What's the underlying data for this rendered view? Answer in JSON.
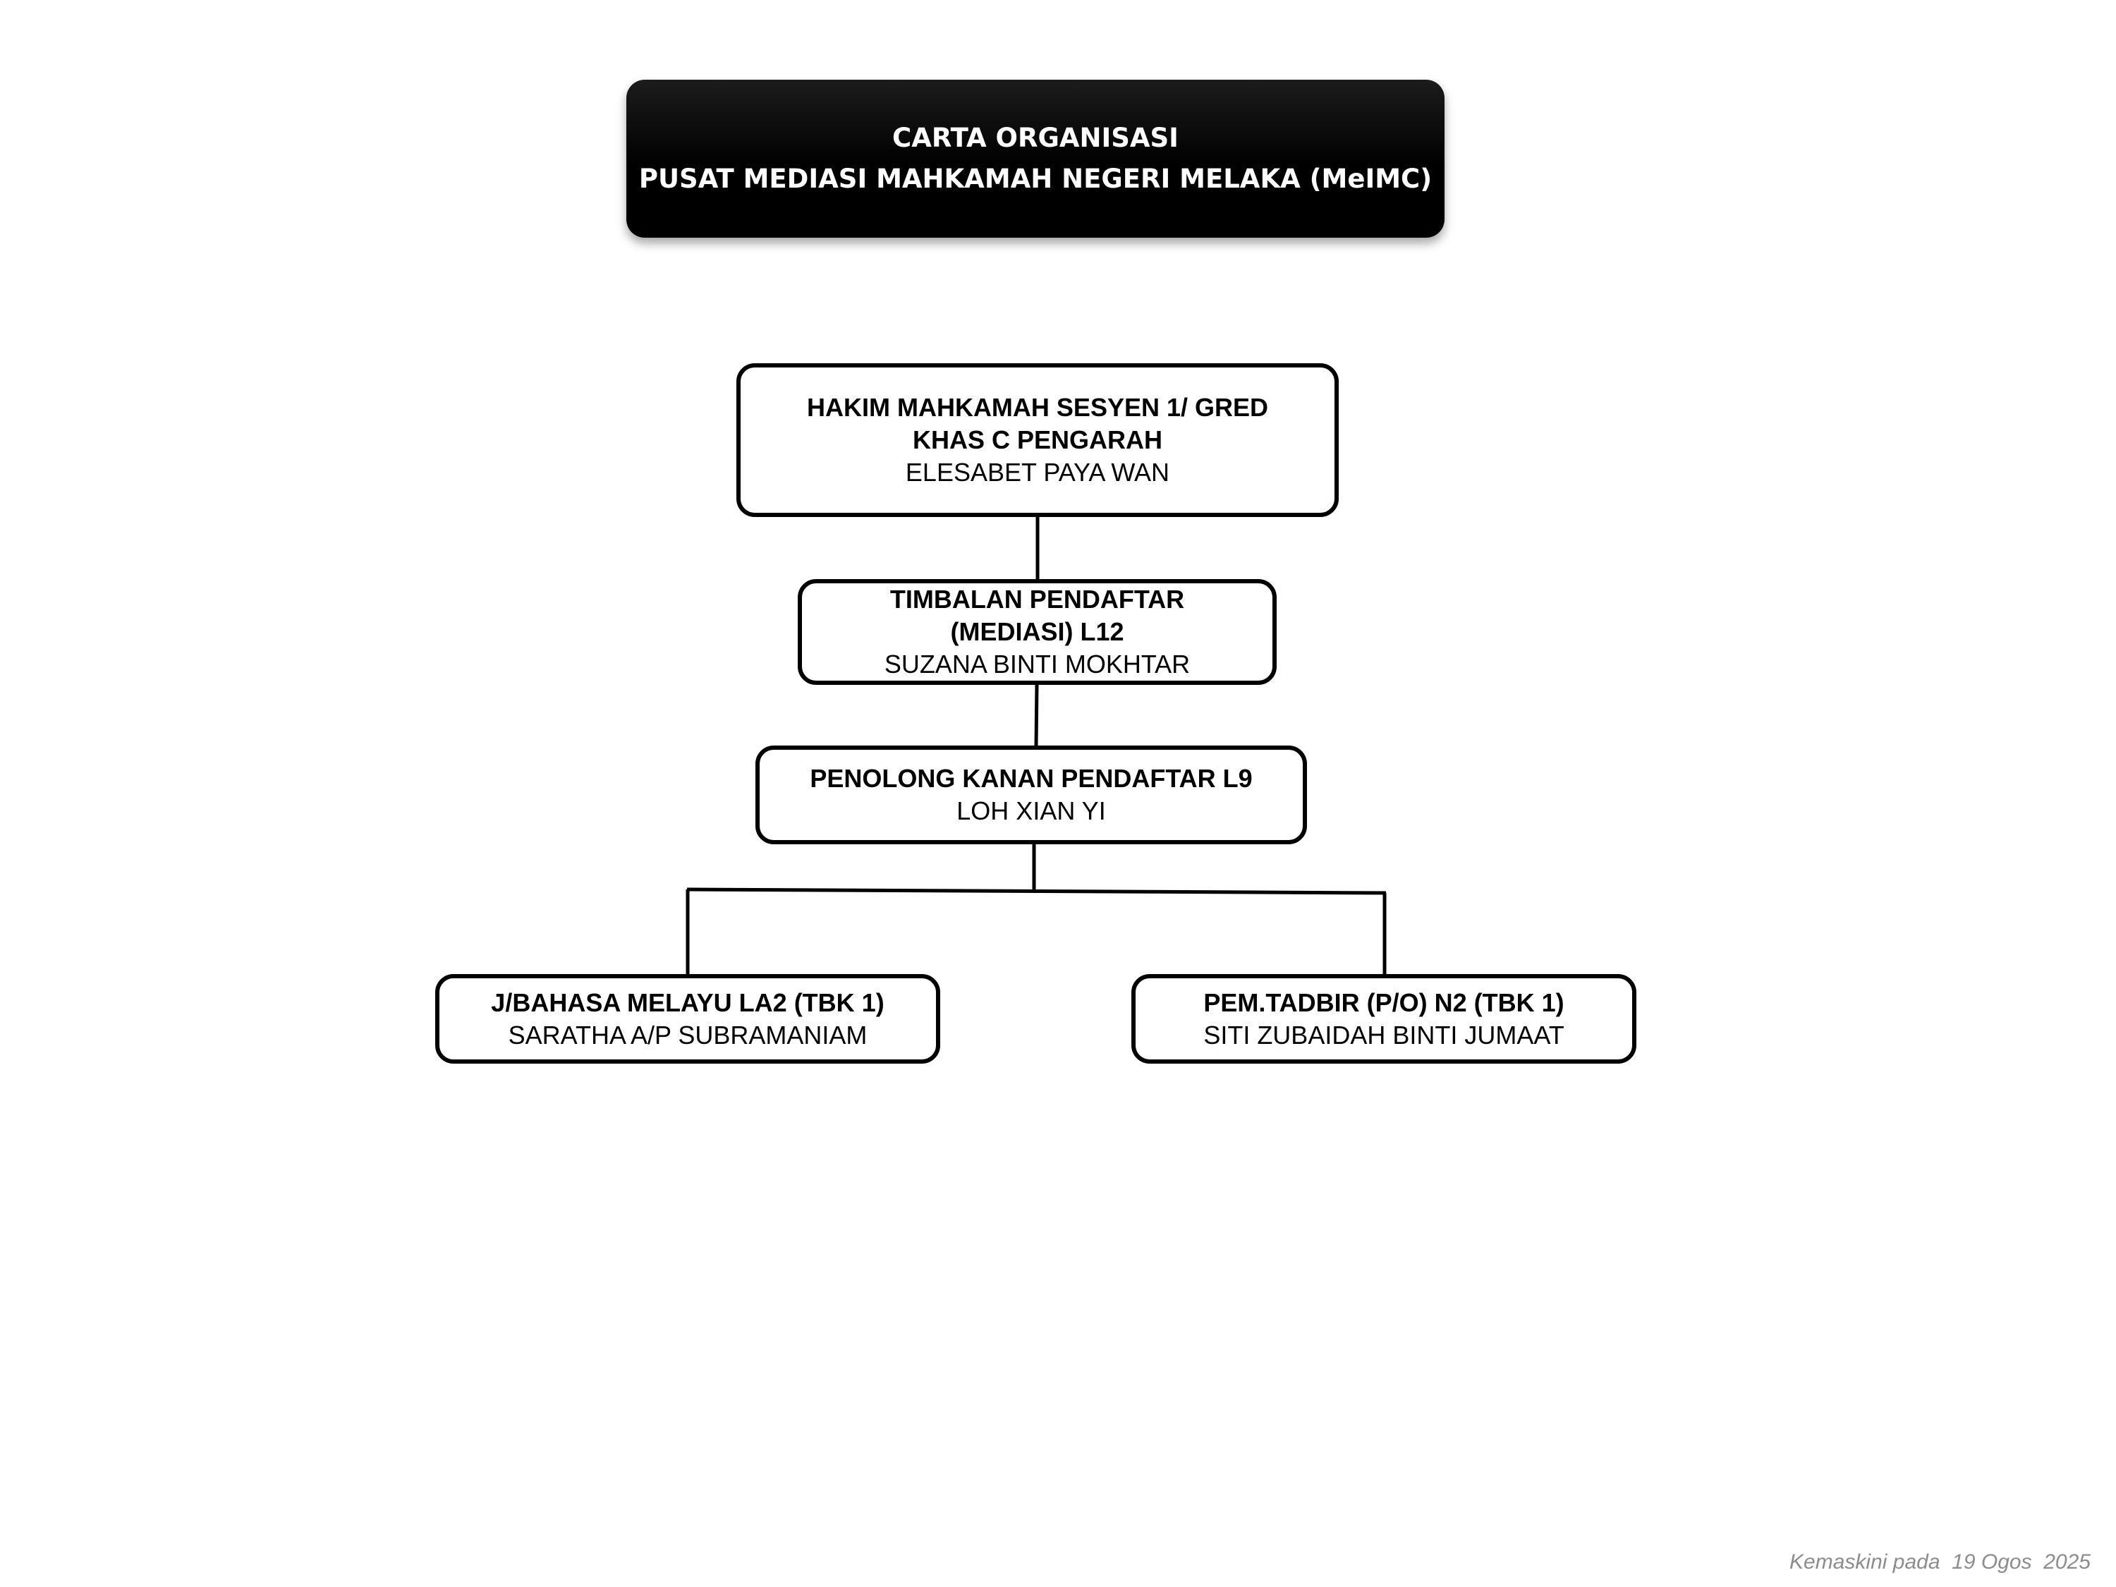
{
  "header": {
    "line1": "CARTA ORGANISASI",
    "line2": "PUSAT MEDIASI MAHKAMAH NEGERI MELAKA (MeIMC)"
  },
  "nodes": {
    "hakim": {
      "role": "HAKIM MAHKAMAH SESYEN 1/  GRED KHAS C PENGARAH",
      "name": "ELESABET PAYA WAN"
    },
    "timbalan": {
      "role": "TIMBALAN PENDAFTAR (MEDIASI) L12",
      "name": "SUZANA BINTI MOKHTAR"
    },
    "penolong": {
      "role": "PENOLONG KANAN PENDAFTAR L9",
      "name": "LOH XIAN YI"
    },
    "bahasa": {
      "role": "J/BAHASA MELAYU LA2 (TBK 1)",
      "name": "SARATHA A/P SUBRAMANIAM"
    },
    "pem": {
      "role": "PEM.TADBIR (P/O) N2 (TBK 1)",
      "name": "SITI ZUBAIDAH BINTI JUMAAT"
    }
  },
  "footer": {
    "updated": "Kemaskini pada  19 Ogos  2025"
  },
  "colors": {
    "header_bg": "#000000",
    "header_text": "#ffffff",
    "border": "#000000",
    "footer_text": "#8c8c8c"
  }
}
